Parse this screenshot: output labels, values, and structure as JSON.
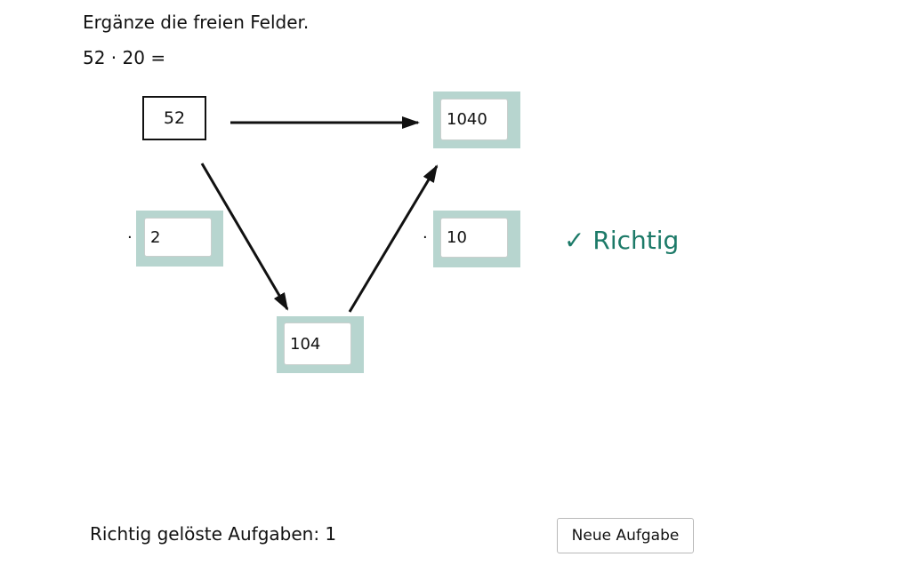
{
  "task": {
    "instruction": "Ergänze die freien Felder.",
    "equation": "52 · 20 ="
  },
  "diagram": {
    "start_value": "52",
    "result_field": {
      "value": "1040"
    },
    "factor1_field": {
      "operator": "·",
      "value": "2"
    },
    "factor2_field": {
      "operator": "·",
      "value": "10"
    },
    "intermediate_field": {
      "value": "104"
    },
    "colors": {
      "field_background": "#b7d5cf",
      "feedback": "#1c7a68"
    }
  },
  "feedback": {
    "text": "✓ Richtig"
  },
  "footer": {
    "solved_label": "Richtig gelöste Aufgaben: 1",
    "new_task_button": "Neue Aufgabe"
  }
}
